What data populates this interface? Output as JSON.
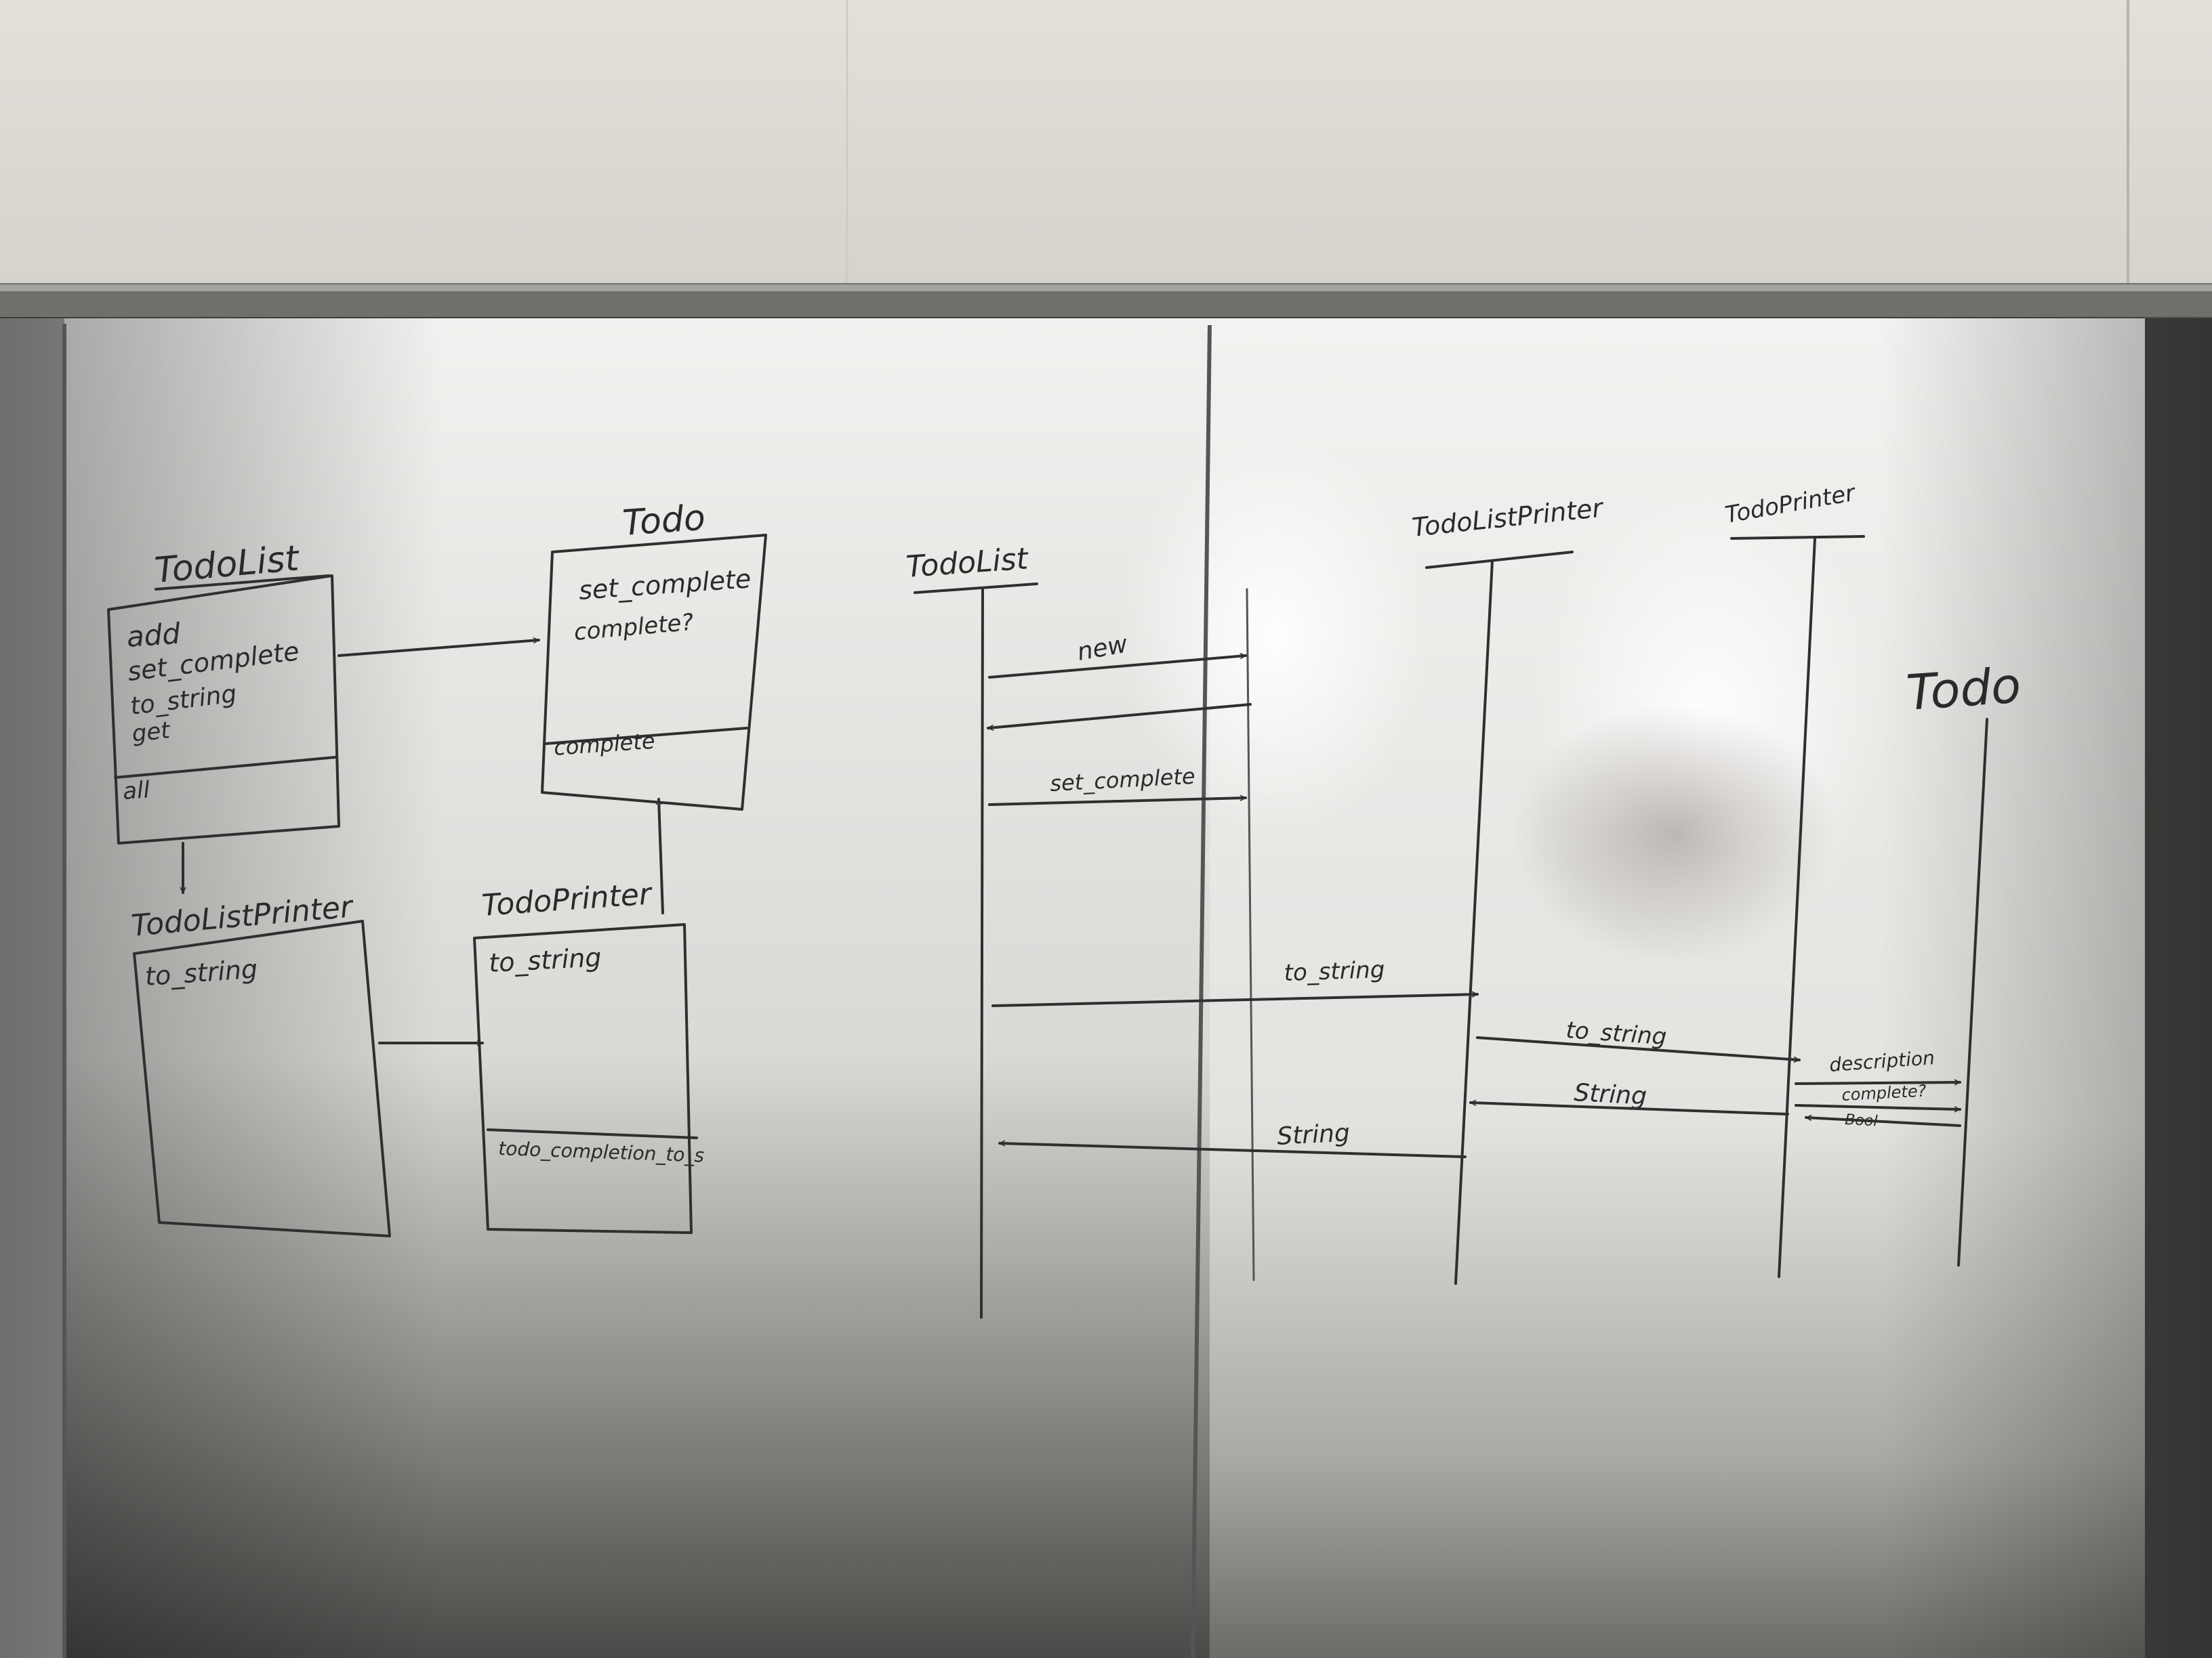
{
  "class_diagram": {
    "todolist": {
      "name": "TodoList",
      "methods": [
        "add",
        "set_complete",
        "to_string",
        "get"
      ],
      "attributes": [
        "all"
      ]
    },
    "todo": {
      "name": "Todo",
      "methods": [
        "set_complete",
        "complete?"
      ],
      "attributes": [
        "complete"
      ]
    },
    "todolistprinter": {
      "name": "TodoListPrinter",
      "methods": [
        "to_string"
      ],
      "attributes": []
    },
    "todoprinter": {
      "name": "TodoPrinter",
      "methods": [
        "to_string"
      ],
      "attributes": [
        "todo_completion_to_s"
      ]
    }
  },
  "sequence_diagram": {
    "lifelines": [
      {
        "name": "TodoList"
      },
      {
        "name": "TodoListPrinter"
      },
      {
        "name": "TodoPrinter"
      },
      {
        "name": "Todo"
      }
    ],
    "messages": [
      {
        "label": "new"
      },
      {
        "label": "set_complete"
      },
      {
        "label": "to_string"
      },
      {
        "label": "to_string"
      },
      {
        "label": "String"
      },
      {
        "label": "String"
      },
      {
        "label": "description"
      },
      {
        "label": "complete?"
      },
      {
        "label": "Bool"
      }
    ]
  },
  "colors": {
    "wall": "#e6e3de",
    "whiteboard": "#f0f0ee",
    "ink": "#2f2f2f",
    "tray": "#6f706c"
  }
}
